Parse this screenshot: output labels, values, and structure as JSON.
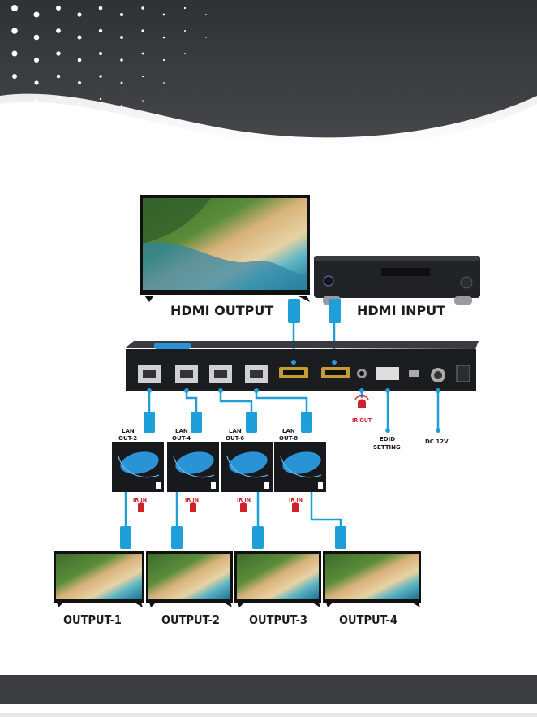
{
  "labels": {
    "hdmi_output": "HDMI OUTPUT",
    "hdmi_input": "HDMI INPUT",
    "ir_out": "IR OUT",
    "edid_line1": "EDID",
    "edid_line2": "SETTING",
    "dc": "DC 12V",
    "lan": "LAN",
    "out_ports": [
      "OUT-2",
      "OUT-4",
      "OUT-6",
      "OUT-8"
    ],
    "ir_in": "IR IN",
    "outputs": [
      "OUTPUT-1",
      "OUTPUT-2",
      "OUTPUT-3",
      "OUTPUT-4"
    ]
  },
  "colors": {
    "header": "#3a3b3e",
    "cable": "#1e9fd8",
    "device": "#1b1c1f",
    "accent_red": "#d0202a",
    "brand_blue": "#2a93d5"
  }
}
